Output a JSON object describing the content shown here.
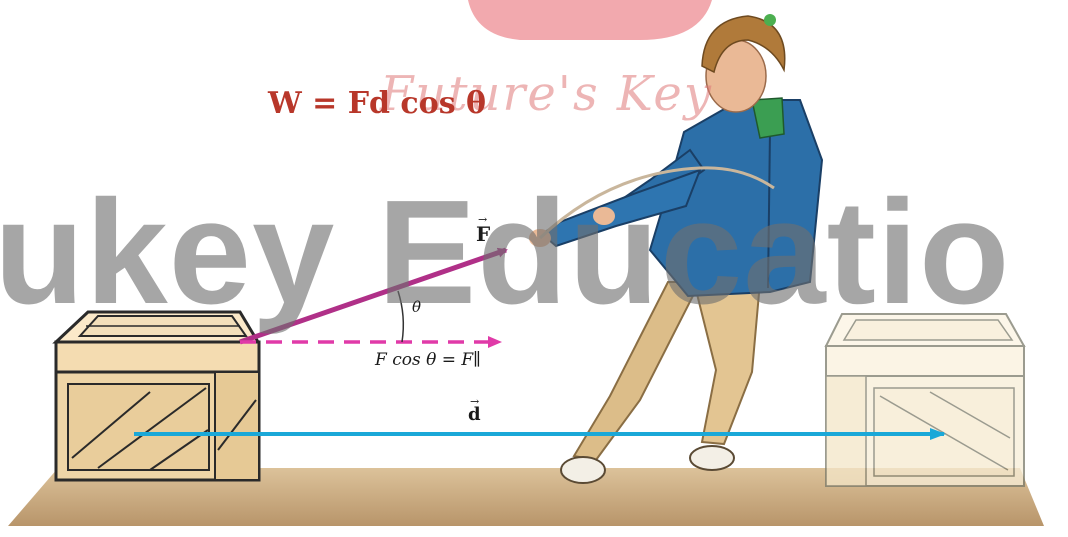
{
  "formula": "W = Fd cos θ",
  "watermark_script": "Future's Key",
  "watermark_main": "ukey Educatio",
  "labels": {
    "force_vector": "F",
    "angle": "θ",
    "parallel_component": "F cos θ = F∥",
    "displacement_vector": "d"
  },
  "colors": {
    "force_arrow": "#b03088",
    "parallel_arrow": "#e03aa8",
    "displacement_arrow": "#1aa8d8",
    "formula_text": "#b8372a",
    "floor": "#c7a87c",
    "crate": "#f1d9b0",
    "jacket": "#2c6fa8",
    "pants": "#e0c290"
  },
  "icons": [
    "wooden-crate-icon",
    "faded-crate-icon",
    "woman-pulling-rope-icon",
    "angle-arc-icon"
  ]
}
